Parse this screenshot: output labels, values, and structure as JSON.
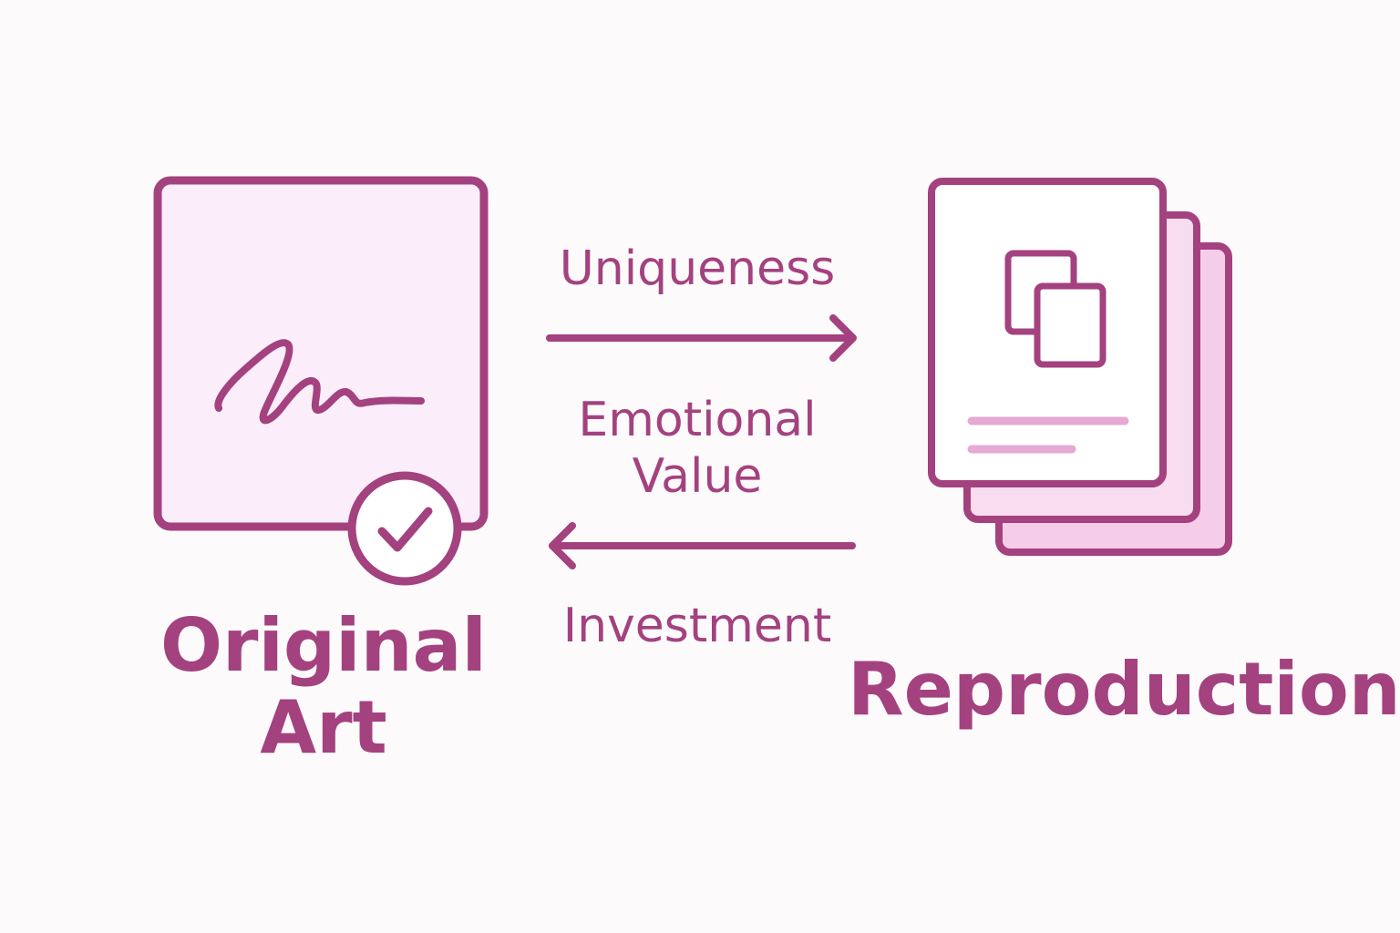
{
  "colors": {
    "stroke": "#a3427f",
    "card_fill": "#fbeefa",
    "page_fill": "#ffffff",
    "stack_fill_1": "#f8dcef",
    "stack_fill_2": "#f6cde9",
    "line_accent": "#e5a9d2",
    "background": "#fdfafc"
  },
  "icons": {
    "original": "signed-canvas-icon",
    "badge": "checkmark-badge-icon",
    "reproduction": "stacked-copies-icon",
    "copy": "copy-icon"
  },
  "original": {
    "title_line1": "Original",
    "title_line2": "Art"
  },
  "reproduction": {
    "title": "Reproduction"
  },
  "relations": {
    "uniqueness": "Uniqueness",
    "emotional_line1": "Emotional",
    "emotional_line2": "Value",
    "investment": "Investment"
  }
}
